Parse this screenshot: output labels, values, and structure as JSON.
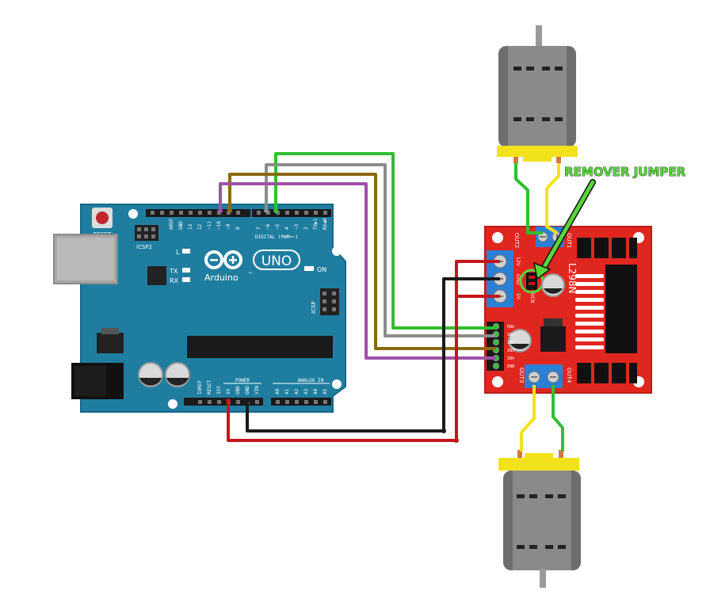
{
  "arduino": {
    "reset_label": "RESET",
    "icsp2_label": "ICSP2",
    "top_pins": [
      "AREF",
      "GND",
      "13",
      "12",
      "~11",
      "~10",
      "~9",
      "8",
      "7",
      "~6",
      "~5",
      "4",
      "~3",
      "2",
      "TX▶1",
      "RX◀0"
    ],
    "digital_label": "DIGITAL (PWM=~)",
    "l_label": "L",
    "tx_label": "TX",
    "rx_label": "RX",
    "uno_label": "UNO",
    "brand_label": "Arduino",
    "tm_label": "™",
    "on_label": "ON",
    "icsp_label": "ICSP",
    "power_label": "POWER",
    "analog_label": "ANALOG IN",
    "power_pins": [
      "IOREF",
      "RESET",
      "3V3",
      "5V",
      "GND",
      "GND",
      "VIN"
    ],
    "analog_pins": [
      "A0",
      "A1",
      "A2",
      "A3",
      "A4",
      "A5"
    ]
  },
  "driver": {
    "chip_label": "L298N",
    "out1_label": "OUT1",
    "out2_label": "OUT2",
    "out3_label": "OUT3",
    "out4_label": "OUT4",
    "v12_label": "12V",
    "gnd_label": "GND",
    "v5_label": "5V",
    "vcn_label": "VCN",
    "enable_labels": [
      "ENA",
      "IN1",
      "IN2",
      "IN3",
      "IN4",
      "ENB"
    ]
  },
  "annotation": {
    "text": "REMOVER JUMPER",
    "color": "#58d63a"
  },
  "wire_colors": {
    "green": "#2fbf2f",
    "grey": "#8c8c8c",
    "brown": "#8a6a12",
    "purple": "#a050a8",
    "red": "#c4161c",
    "black": "#1a1a1a",
    "yellow": "#f2e21b"
  }
}
